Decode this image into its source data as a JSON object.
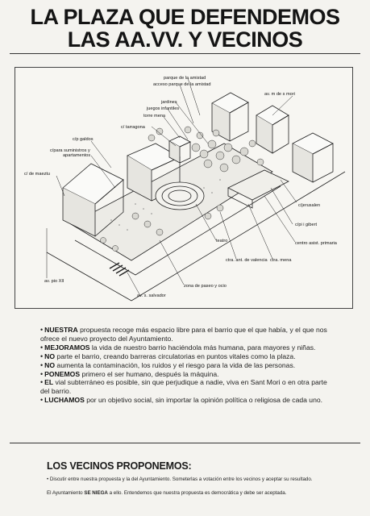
{
  "title": {
    "line1": "LA PLAZA QUE DEFENDEMOS",
    "line2": "LAS AA.VV. Y VECINOS"
  },
  "plan_labels": {
    "parque_amistad": "parque de la amistad",
    "acceso_parque": "acceso parque de la amistad",
    "jardines": "jardines",
    "juegos_infantiles": "juegos infantiles",
    "torre_mena": "torre mena",
    "c_tarragona": "c/ tarragona",
    "c_galdos": "c/p galdos",
    "c_para_suministros": "c/para suministros y",
    "apartamentos": "apartamentos",
    "c_maeztu": "c/ de maeztu",
    "av_pio_xii": "av. pio XII",
    "av_s_salvador": "av. s. salvador",
    "zona_paseo": "zona de paseo y ocio",
    "teatro": "teatro",
    "ctra_valencia": "ctra. ant. de valencia",
    "ctra_mena": "ctra. mena",
    "centro_asist": "centro asist. primaria",
    "c_pi_gibert": "c/pi i gibert",
    "c_jerusalen": "c/jerusalen",
    "av_m_s_mori": "av. m de s mori"
  },
  "bullets": [
    {
      "bold": "NUESTRA",
      "text": " propuesta recoge más espacio libre para el barrio que el que había, y el que nos ofrece el nuevo proyecto del Ayuntamiento."
    },
    {
      "bold": "MEJORAMOS",
      "text": " la vida de nuestro barrio haciéndola más humana, para mayores y niñas."
    },
    {
      "bold": "NO",
      "text": " parte el barrio, creando barreras circulatorias en puntos vitales como la plaza."
    },
    {
      "bold": "NO",
      "text": " aumenta la contaminación, los ruidos y el riesgo para la vida de las personas."
    },
    {
      "bold": "PONEMOS",
      "text": " primero el ser humano, después la máquina."
    },
    {
      "bold": "EL",
      "text": " vial subterráneo es posible, sin que perjudique a nadie, viva en Sant Mori o en otra parte del barrio."
    },
    {
      "bold": "LUCHAMOS",
      "text": " por un objetivo social, sin importar la opinión política o religiosa de cada uno."
    }
  ],
  "section": {
    "heading": "LOS VECINOS PROPONEMOS:",
    "p1": "Discutir entre nuestra propuesta y la del Ayuntamiento. Someterlas a votación entre los vecinos y aceptar su resultado.",
    "p2_pre": "El Ayuntamiento ",
    "p2_bold": "SE NIEGA",
    "p2_post": " a ello. Entendemos que nuestra propuesta es democrática y debe ser aceptada."
  }
}
